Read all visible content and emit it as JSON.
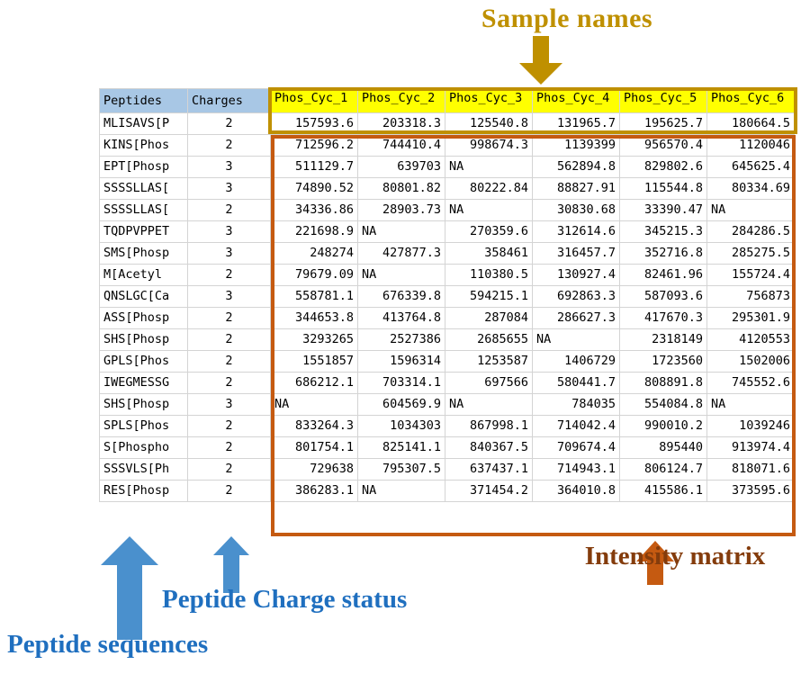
{
  "annotations": {
    "sample_names": {
      "label": "Sample names",
      "color": "#bf9000",
      "arrow": "arrow-down-icon"
    },
    "intensity_matrix": {
      "label": "Intensity matrix",
      "color": "#c55a11",
      "arrow": "arrow-up-icon"
    },
    "charge_status": {
      "label": "Peptide Charge status",
      "color": "#1f6fbf",
      "arrow": "arrow-up-icon"
    },
    "peptide_sequences": {
      "label": "Peptide sequences",
      "color": "#1f6fbf",
      "arrow": "arrow-up-icon"
    }
  },
  "table": {
    "headers": {
      "peptides": "Peptides",
      "charges": "Charges",
      "samples": [
        "Phos_Cyc_1",
        "Phos_Cyc_2",
        "Phos_Cyc_3",
        "Phos_Cyc_4",
        "Phos_Cyc_5",
        "Phos_Cyc_6"
      ]
    },
    "rows": [
      {
        "peptide": "MLISAVS[P",
        "charge": "2",
        "values": [
          "157593.6",
          "203318.3",
          "125540.8",
          "131965.7",
          "195625.7",
          "180664.5"
        ]
      },
      {
        "peptide": "KINS[Phos",
        "charge": "2",
        "values": [
          "712596.2",
          "744410.4",
          "998674.3",
          "1139399",
          "956570.4",
          "1120046"
        ]
      },
      {
        "peptide": "EPT[Phosp",
        "charge": "3",
        "values": [
          "511129.7",
          "639703",
          "NA",
          "562894.8",
          "829802.6",
          "645625.4"
        ]
      },
      {
        "peptide": "SSSSLLAS[",
        "charge": "3",
        "values": [
          "74890.52",
          "80801.82",
          "80222.84",
          "88827.91",
          "115544.8",
          "80334.69"
        ]
      },
      {
        "peptide": "SSSSLLAS[",
        "charge": "2",
        "values": [
          "34336.86",
          "28903.73",
          "NA",
          "30830.68",
          "33390.47",
          "NA"
        ]
      },
      {
        "peptide": "TQDPVPPET",
        "charge": "3",
        "values": [
          "221698.9",
          "NA",
          "270359.6",
          "312614.6",
          "345215.3",
          "284286.5"
        ]
      },
      {
        "peptide": "SMS[Phosp",
        "charge": "3",
        "values": [
          "248274",
          "427877.3",
          "358461",
          "316457.7",
          "352716.8",
          "285275.5"
        ]
      },
      {
        "peptide": "M[Acetyl",
        "charge": "2",
        "values": [
          "79679.09",
          "NA",
          "110380.5",
          "130927.4",
          "82461.96",
          "155724.4"
        ]
      },
      {
        "peptide": "QNSLGC[Ca",
        "charge": "3",
        "values": [
          "558781.1",
          "676339.8",
          "594215.1",
          "692863.3",
          "587093.6",
          "756873"
        ]
      },
      {
        "peptide": "ASS[Phosp",
        "charge": "2",
        "values": [
          "344653.8",
          "413764.8",
          "287084",
          "286627.3",
          "417670.3",
          "295301.9"
        ]
      },
      {
        "peptide": "SHS[Phosp",
        "charge": "2",
        "values": [
          "3293265",
          "2527386",
          "2685655",
          "NA",
          "2318149",
          "4120553"
        ]
      },
      {
        "peptide": "GPLS[Phos",
        "charge": "2",
        "values": [
          "1551857",
          "1596314",
          "1253587",
          "1406729",
          "1723560",
          "1502006"
        ]
      },
      {
        "peptide": "IWEGMESSG",
        "charge": "2",
        "values": [
          "686212.1",
          "703314.1",
          "697566",
          "580441.7",
          "808891.8",
          "745552.6"
        ]
      },
      {
        "peptide": "SHS[Phosp",
        "charge": "3",
        "values": [
          "NA",
          "604569.9",
          "NA",
          "784035",
          "554084.8",
          "NA"
        ]
      },
      {
        "peptide": "SPLS[Phos",
        "charge": "2",
        "values": [
          "833264.3",
          "1034303",
          "867998.1",
          "714042.4",
          "990010.2",
          "1039246"
        ]
      },
      {
        "peptide": "S[Phospho",
        "charge": "2",
        "values": [
          "801754.1",
          "825141.1",
          "840367.5",
          "709674.4",
          "895440",
          "913974.4"
        ]
      },
      {
        "peptide": "SSSVLS[Ph",
        "charge": "2",
        "values": [
          "729638",
          "795307.5",
          "637437.1",
          "714943.1",
          "806124.7",
          "818071.6"
        ]
      },
      {
        "peptide": "RES[Phosp",
        "charge": "2",
        "values": [
          "386283.1",
          "NA",
          "371454.2",
          "364010.8",
          "415586.1",
          "373595.6"
        ]
      }
    ]
  },
  "highlights": {
    "sample_header_box_color": "#bf9000",
    "intensity_box_color": "#c55a11",
    "header_fill": "#a8c7e5",
    "sample_header_fill": "#ffff00"
  }
}
